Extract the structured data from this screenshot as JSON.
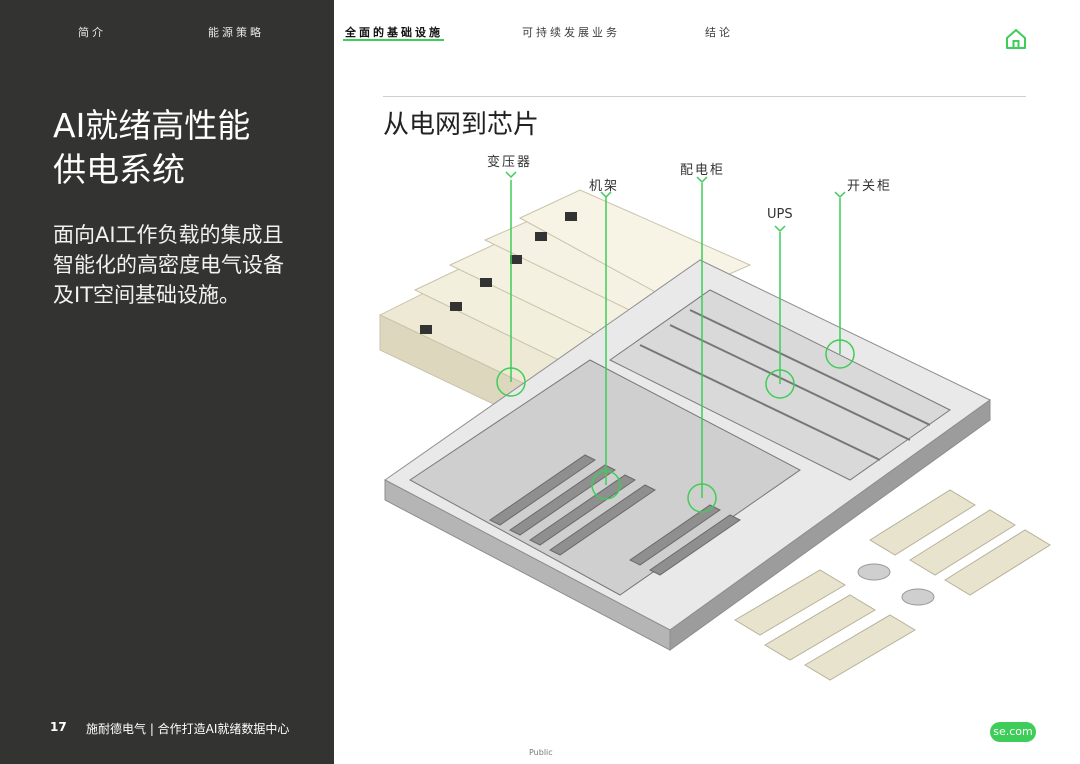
{
  "nav": {
    "items": [
      "简介",
      "能源策略",
      "全面的基础设施",
      "可持续发展业务",
      "结论"
    ]
  },
  "hero": {
    "title_line1": "AI就绪高性能",
    "title_line2": "供电系统",
    "subtitle_line1": "面向AI工作负载的集成且",
    "subtitle_line2": "智能化的高密度电气设备",
    "subtitle_line3": "及IT空间基础设施。"
  },
  "section": {
    "title": "从电网到芯片"
  },
  "diagram": {
    "labels": {
      "transformer": "变压器",
      "rack": "机架",
      "pdu": "配电柜",
      "ups": "UPS",
      "switchgear": "开关柜"
    }
  },
  "footer": {
    "page": "17",
    "text": "施耐德电气 | 合作打造AI就绪数据中心",
    "classification": "Public",
    "brand": "se.com"
  },
  "colors": {
    "accent": "#3dcd58",
    "panel": "#333331"
  },
  "icons": {
    "home": "home-icon"
  }
}
